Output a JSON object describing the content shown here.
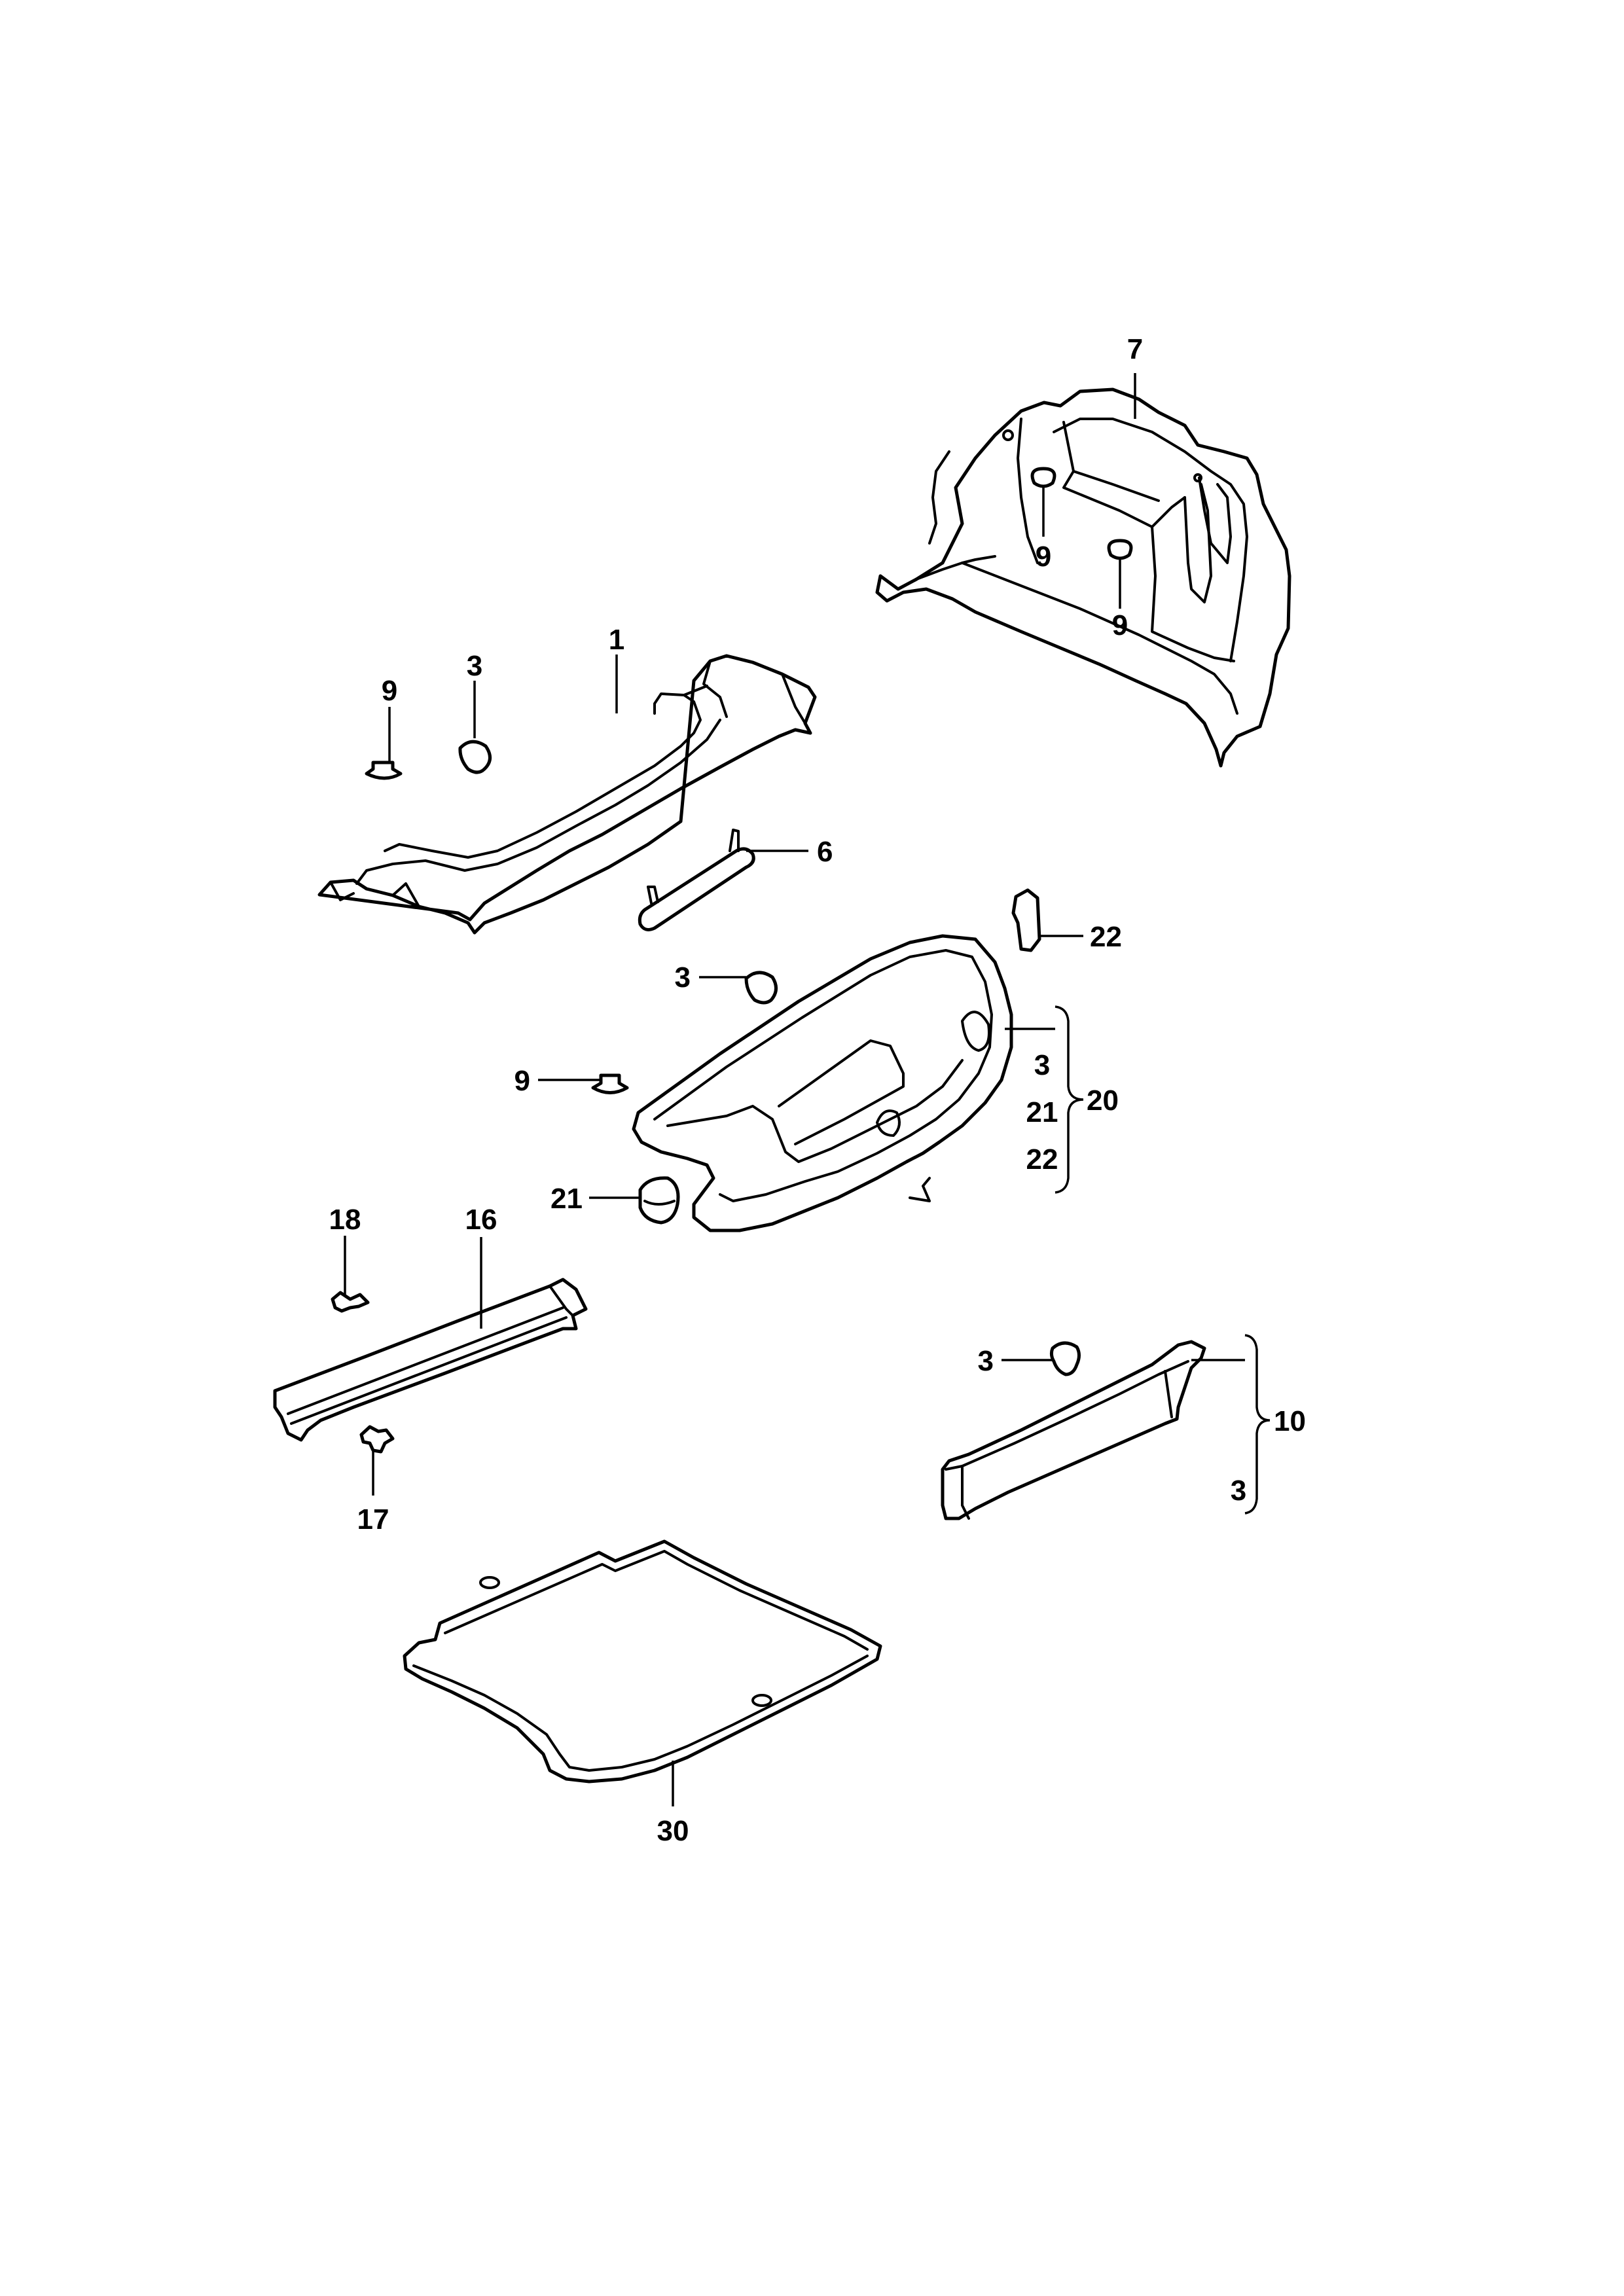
{
  "diagram": {
    "callouts": {
      "part_7": "7",
      "part_9_quarter_upper": "9",
      "part_9_quarter_lower": "9",
      "part_1": "1",
      "part_3_shelf": "3",
      "part_9_shelf": "9",
      "part_6": "6",
      "part_22": "22",
      "part_3_lid": "3",
      "part_9_lid": "9",
      "part_21": "21",
      "part_20": "20",
      "group_20_item_3": "3",
      "group_20_item_21": "21",
      "group_20_item_22": "22",
      "part_18": "18",
      "part_16": "16",
      "part_17": "17",
      "part_3_panel": "3",
      "part_10": "10",
      "group_10_item_3": "3",
      "part_30": "30"
    },
    "groups": [
      {
        "id": "20",
        "members": [
          "3",
          "21",
          "22"
        ]
      },
      {
        "id": "10",
        "members": [
          "3"
        ]
      }
    ]
  }
}
